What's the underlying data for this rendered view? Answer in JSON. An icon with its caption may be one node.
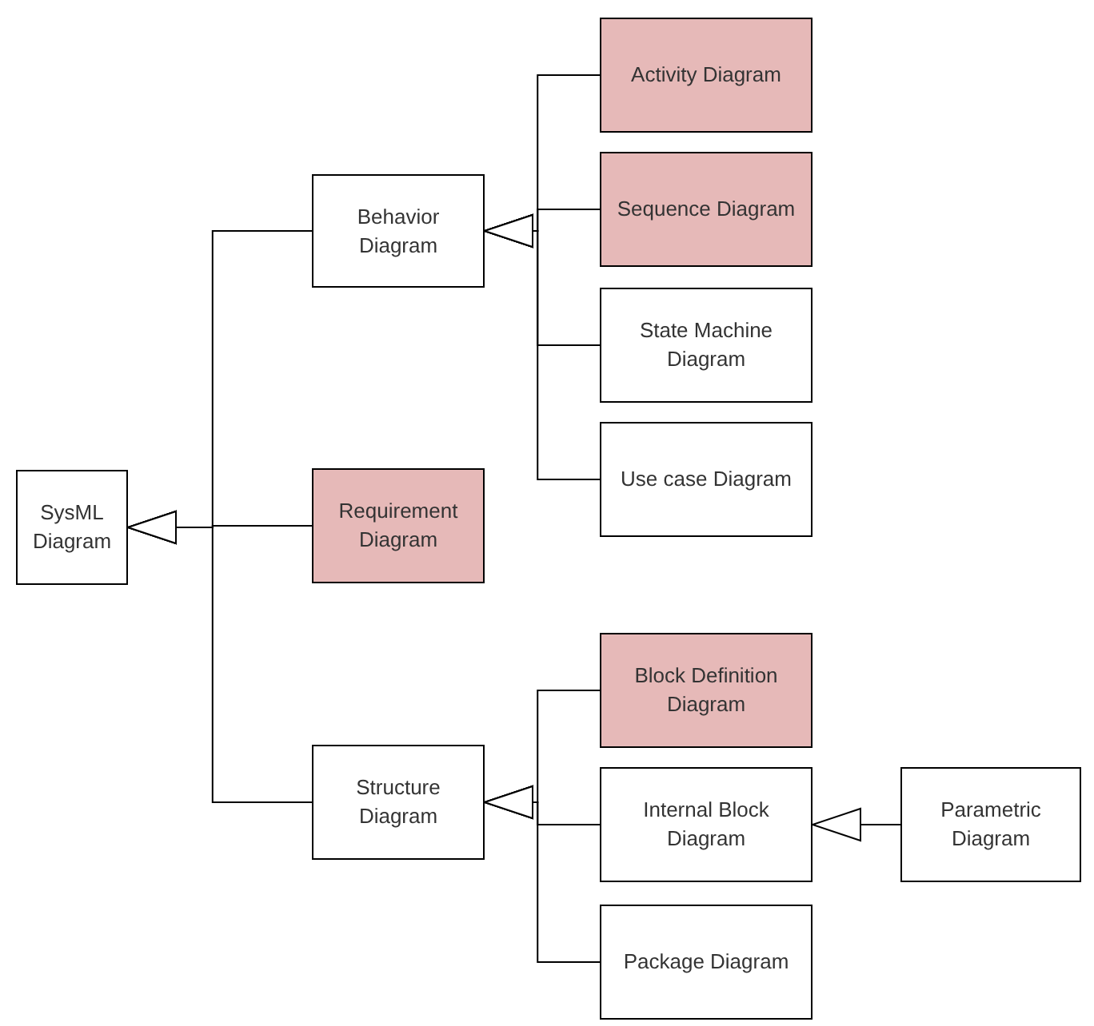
{
  "diagram": {
    "nodes": [
      {
        "text": [
          "SysML Diagram"
        ]
      },
      {
        "text": [
          "Behavior Diagram"
        ]
      },
      {
        "text": [
          "Requirement Diagram"
        ]
      },
      {
        "text": [
          "Structure Diagram"
        ]
      },
      {
        "text": [
          "Activity Diagram"
        ]
      },
      {
        "text": [
          "Sequence Diagram"
        ]
      },
      {
        "text": [
          "State Machine Diagram"
        ]
      },
      {
        "text": [
          "Use case Diagram"
        ]
      },
      {
        "text": [
          "Block Definition Diagram"
        ]
      },
      {
        "text": [
          "Internal Block Diagram"
        ]
      },
      {
        "text": [
          "Package Diagram"
        ]
      },
      {
        "text": [
          "Parametric Diagram"
        ]
      }
    ],
    "edges": [
      {
        "from": 1,
        "to": 0,
        "arrow": "to"
      },
      {
        "from": 2,
        "to": 0,
        "arrow": "to"
      },
      {
        "from": 3,
        "to": 0,
        "arrow": "to"
      },
      {
        "from": 4,
        "to": 1,
        "arrow": "to"
      },
      {
        "from": 5,
        "to": 1,
        "arrow": "to"
      },
      {
        "from": 6,
        "to": 1,
        "arrow": "to"
      },
      {
        "from": 7,
        "to": 1,
        "arrow": "to"
      },
      {
        "from": 8,
        "to": 3,
        "arrow": "to"
      },
      {
        "from": 9,
        "to": 3,
        "arrow": "to"
      },
      {
        "from": 10,
        "to": 3,
        "arrow": "to"
      },
      {
        "from": 11,
        "to": 9,
        "arrow": "to"
      }
    ]
  }
}
